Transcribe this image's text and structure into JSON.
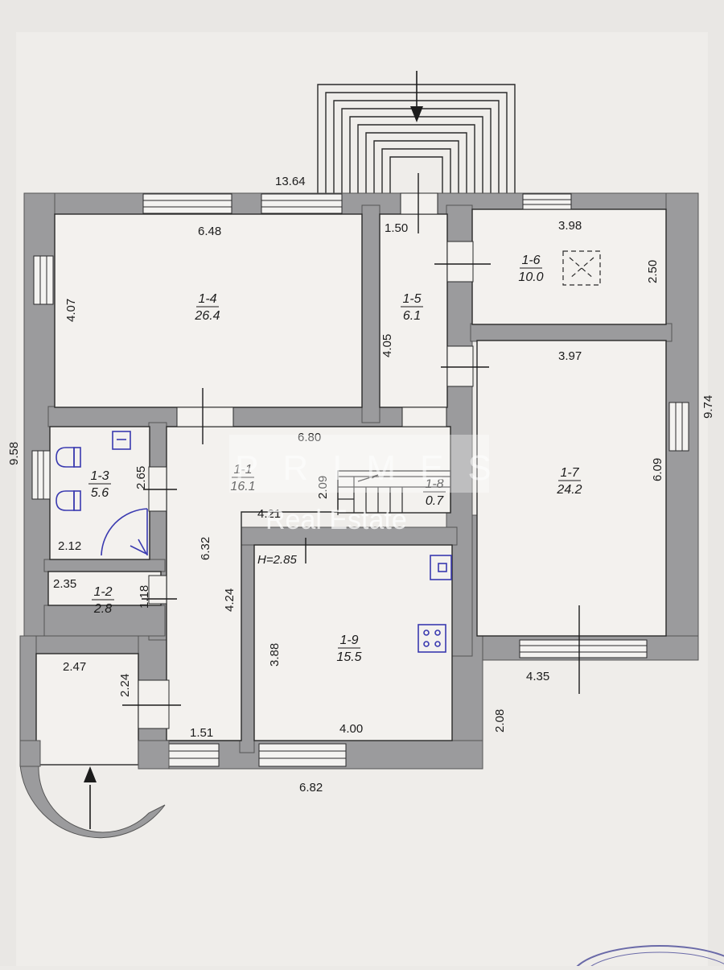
{
  "colors": {
    "paper": "#eceae7",
    "wall": "#9b9b9d",
    "wall_dark": "#7e7e80",
    "room": "#f3f1ee",
    "line": "#2a2a2a",
    "fixture": "#3a3ab0"
  },
  "rooms": [
    {
      "key": "r14",
      "number": "1-4",
      "area": "26.4"
    },
    {
      "key": "r15",
      "number": "1-5",
      "area": "6.1"
    },
    {
      "key": "r16",
      "number": "1-6",
      "area": "10.0"
    },
    {
      "key": "r17",
      "number": "1-7",
      "area": "24.2"
    },
    {
      "key": "r13",
      "number": "1-3",
      "area": "5.6"
    },
    {
      "key": "r12",
      "number": "1-2",
      "area": "2.8"
    },
    {
      "key": "r11",
      "number": "1-1",
      "area": "16.1"
    },
    {
      "key": "r18",
      "number": "1-8",
      "area": "0.7"
    },
    {
      "key": "r19",
      "number": "1-9",
      "area": "15.5"
    }
  ],
  "dimensions": {
    "overall_top": "13.64",
    "overall_left": "9.58",
    "overall_right": "9.74",
    "overall_bottom": "6.82",
    "r14_width": "6.48",
    "r14_height": "4.07",
    "r15_width": "1.50",
    "r15_height": "4.05",
    "r16_width": "3.98",
    "r16_height": "2.50",
    "r17_width": "3.97",
    "r17_height": "6.09",
    "r17_bottom": "4.35",
    "corridor_width": "6.80",
    "r13_height": "2.65",
    "r13_width": "2.12",
    "r12_width": "2.35",
    "r12_height": "1.18",
    "hall_length": "6.32",
    "hall_lower": "4.24",
    "hall_bottom": "1.51",
    "stair_height": "2.09",
    "stair_length": "4.21",
    "r19_height": "3.88",
    "r19_width": "4.00",
    "ceiling_height": "H=2.85",
    "entry_width": "2.47",
    "entry_depth": "2.24",
    "offset_right": "2.08"
  },
  "watermark": {
    "brand": "PRIMES",
    "tagline": "Real Estate"
  }
}
